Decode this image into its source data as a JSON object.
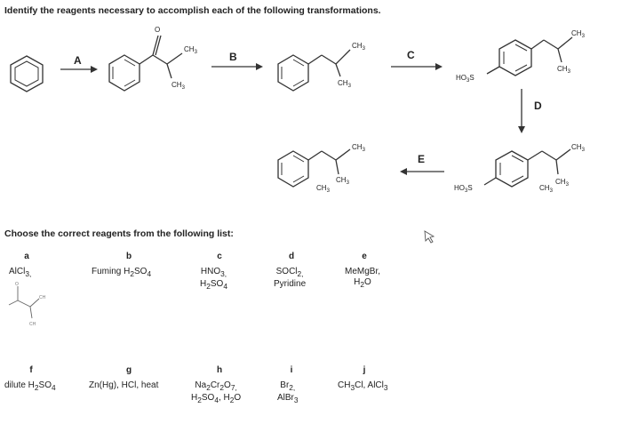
{
  "question": "Identify the reagents necessary to accomplish each of the following transformations.",
  "choose": "Choose the correct reagents from the following list:",
  "arrows": {
    "A": "A",
    "B": "B",
    "C": "C",
    "D": "D",
    "E": "E"
  },
  "structures": {
    "ch3": "CH",
    "sub3": "3",
    "o": "O",
    "ho3s": "HO",
    "s": "S"
  },
  "options": [
    {
      "letter": "a",
      "lines": [
        "AlCl",
        "3,"
      ]
    },
    {
      "letter": "b",
      "lines": [
        "Fuming H",
        "2",
        "SO",
        "4"
      ]
    },
    {
      "letter": "c",
      "lines": [
        "HNO",
        "3,",
        "H",
        "2",
        "SO",
        "4"
      ]
    },
    {
      "letter": "d",
      "lines": [
        "SOCl",
        "2,",
        "Pyridine"
      ]
    },
    {
      "letter": "e",
      "lines": [
        "MeMgBr,",
        "H",
        "2",
        "O"
      ]
    },
    {
      "letter": "f",
      "lines": [
        "dilute H",
        "2",
        "SO",
        "4"
      ]
    },
    {
      "letter": "g",
      "lines": [
        "Zn(Hg), HCl, heat"
      ]
    },
    {
      "letter": "h",
      "lines": [
        "Na",
        "2",
        "Cr",
        "2",
        "O",
        "7,",
        "H",
        "2",
        "SO",
        "4",
        ", H",
        "2",
        "O"
      ]
    },
    {
      "letter": "i",
      "lines": [
        "Br",
        "2,",
        "AlBr",
        "3"
      ]
    },
    {
      "letter": "j",
      "lines": [
        "CH",
        "3",
        "Cl, AlCl",
        "3"
      ]
    }
  ]
}
